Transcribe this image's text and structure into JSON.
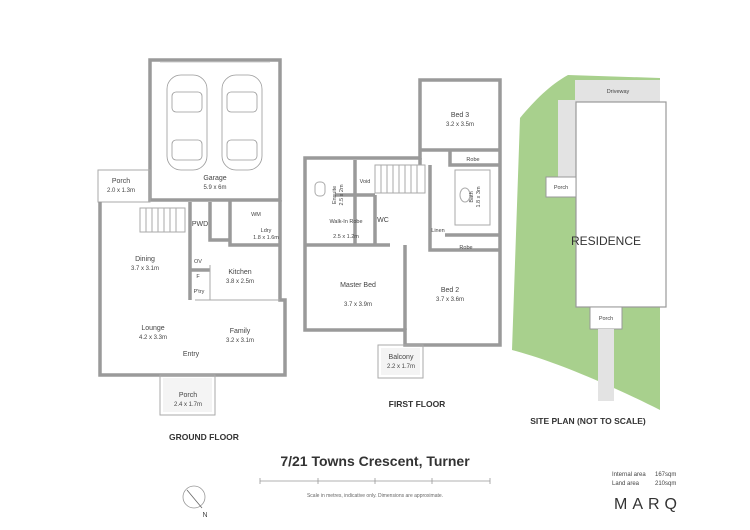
{
  "ground_floor": {
    "heading": "GROUND FLOOR",
    "rooms": [
      {
        "name": "Garage",
        "dims": "5.9 x 6m"
      },
      {
        "name": "Porch",
        "dims": "2.0 x 1.3m"
      },
      {
        "name": "PWD",
        "dims": ""
      },
      {
        "name": "WM",
        "dims": ""
      },
      {
        "name": "Ldry",
        "dims": "1.8 x 1.6m"
      },
      {
        "name": "Dining",
        "dims": "3.7 x 3.1m"
      },
      {
        "name": "OV",
        "dims": ""
      },
      {
        "name": "F",
        "dims": ""
      },
      {
        "name": "P'try",
        "dims": ""
      },
      {
        "name": "Kitchen",
        "dims": "3.8 x 2.5m"
      },
      {
        "name": "Lounge",
        "dims": "4.2 x 3.3m"
      },
      {
        "name": "Family",
        "dims": "3.2 x 3.1m"
      },
      {
        "name": "Entry",
        "dims": ""
      },
      {
        "name": "Porch",
        "dims": "2.4 x 1.7m"
      }
    ]
  },
  "first_floor": {
    "heading": "FIRST FLOOR",
    "rooms": [
      {
        "name": "Bed 3",
        "dims": "3.2 x 3.5m"
      },
      {
        "name": "Robe",
        "dims": ""
      },
      {
        "name": "Void",
        "dims": ""
      },
      {
        "name": "Ensuite",
        "dims": "2.5 x 2m"
      },
      {
        "name": "Bath",
        "dims": "1.8 x 3m"
      },
      {
        "name": "Walk-In Robe",
        "dims": "2.5 x 1.2m"
      },
      {
        "name": "WC",
        "dims": ""
      },
      {
        "name": "Linen",
        "dims": ""
      },
      {
        "name": "Robe",
        "dims": ""
      },
      {
        "name": "Master Bed",
        "dims": "3.7 x 3.9m"
      },
      {
        "name": "Bed 2",
        "dims": "3.7 x 3.6m"
      },
      {
        "name": "Balcony",
        "dims": "2.2 x 1.7m"
      }
    ]
  },
  "site_plan": {
    "heading": "SITE PLAN (NOT TO SCALE)",
    "driveway": "Driveway",
    "porch_top": "Porch",
    "residence": "RESIDENCE",
    "porch_bottom": "Porch",
    "colors": {
      "lawn": "#a8d08d",
      "paving": "#e3e3e3"
    }
  },
  "footer": {
    "address": "7/21 Towns Crescent, Turner",
    "scale_note": "Scale in metres, indicative only. Dimensions are approximate.",
    "internal_label": "Internal area",
    "internal_value": "167sqm",
    "land_label": "Land area",
    "land_value": "210sqm",
    "brand": "MARQ",
    "north": "N"
  }
}
